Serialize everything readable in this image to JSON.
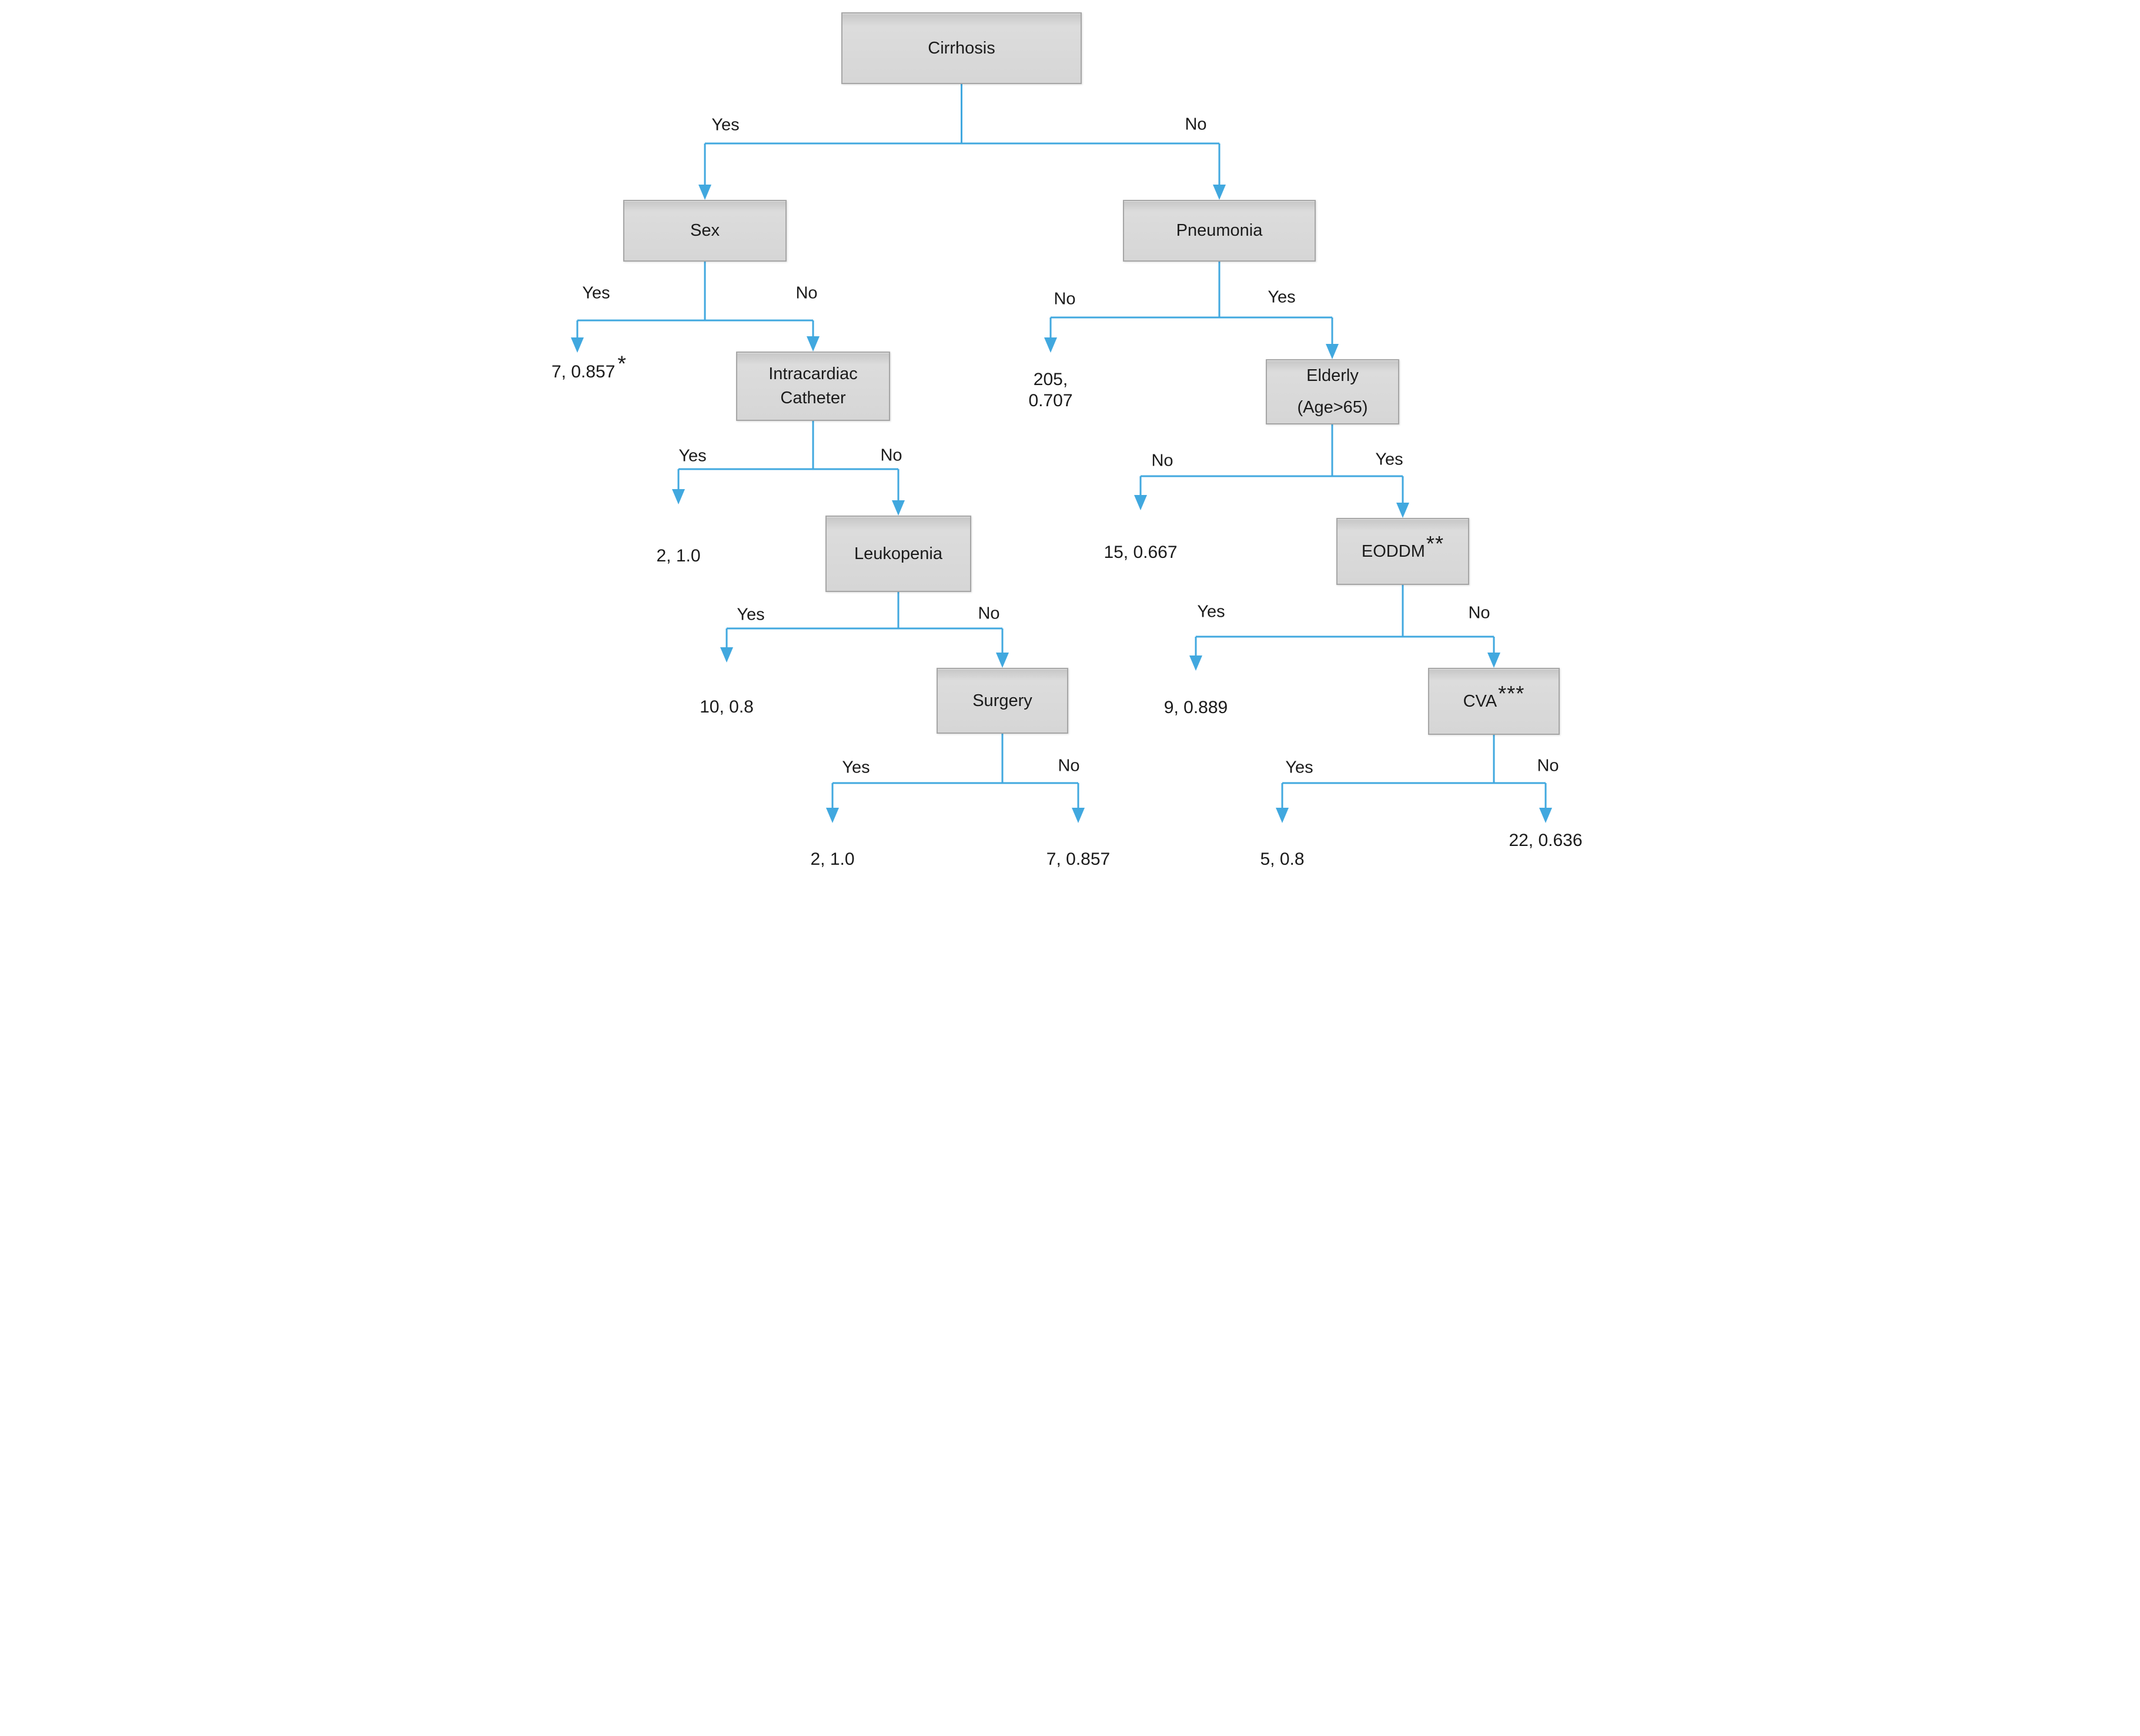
{
  "colors": {
    "arrow": "#41a8df",
    "box_fill": "#d6d6d6",
    "box_fill_top": "#c6c6c6",
    "box_border": "#a6a6a6",
    "text": "#1b1b1b",
    "background": "#ffffff"
  },
  "nodes": {
    "cirrhosis": {
      "label": "Cirrhosis"
    },
    "sex": {
      "label": "Sex"
    },
    "pneumonia": {
      "label": "Pneumonia"
    },
    "intracardiac_catheter": {
      "line1": "Intracardiac",
      "line2": "Catheter"
    },
    "elderly": {
      "line1": "Elderly",
      "line2": "(Age>65)"
    },
    "leukopenia": {
      "label": "Leukopenia"
    },
    "eoddm": {
      "label": "EODDM",
      "sup": "**"
    },
    "surgery": {
      "label": "Surgery"
    },
    "cva": {
      "label": "CVA",
      "sup": "***"
    }
  },
  "leaves": {
    "sex_yes": {
      "value": "7, 0.857",
      "sup": "*"
    },
    "intracardiac_yes": {
      "value": "2, 1.0"
    },
    "leukopenia_yes": {
      "value": "10, 0.8"
    },
    "surgery_yes": {
      "value": "2, 1.0"
    },
    "surgery_no": {
      "value": "7, 0.857"
    },
    "pneumonia_no": {
      "line1": "205,",
      "line2": "0.707"
    },
    "elderly_no": {
      "value": "15, 0.667"
    },
    "eoddm_yes": {
      "value": "9, 0.889"
    },
    "cva_yes": {
      "value": "5, 0.8"
    },
    "cva_no": {
      "value": "22, 0.636"
    }
  },
  "edge_labels": {
    "cirrhosis_yes": "Yes",
    "cirrhosis_no": "No",
    "sex_yes": "Yes",
    "sex_no": "No",
    "intracardiac_yes": "Yes",
    "intracardiac_no": "No",
    "leukopenia_yes": "Yes",
    "leukopenia_no": "No",
    "surgery_yes": "Yes",
    "surgery_no": "No",
    "pneumonia_no": "No",
    "pneumonia_yes": "Yes",
    "elderly_no": "No",
    "elderly_yes": "Yes",
    "eoddm_yes": "Yes",
    "eoddm_no": "No",
    "cva_yes": "Yes",
    "cva_no": "No"
  },
  "tree": {
    "root": "cirrhosis",
    "branches": {
      "cirrhosis": {
        "Yes": "sex",
        "No": "pneumonia"
      },
      "sex": {
        "Yes": "leaf:sex_yes",
        "No": "intracardiac_catheter"
      },
      "intracardiac_catheter": {
        "Yes": "leaf:intracardiac_yes",
        "No": "leukopenia"
      },
      "leukopenia": {
        "Yes": "leaf:leukopenia_yes",
        "No": "surgery"
      },
      "surgery": {
        "Yes": "leaf:surgery_yes",
        "No": "leaf:surgery_no"
      },
      "pneumonia": {
        "No": "leaf:pneumonia_no",
        "Yes": "elderly"
      },
      "elderly": {
        "No": "leaf:elderly_no",
        "Yes": "eoddm"
      },
      "eoddm": {
        "Yes": "leaf:eoddm_yes",
        "No": "cva"
      },
      "cva": {
        "Yes": "leaf:cva_yes",
        "No": "leaf:cva_no"
      }
    }
  }
}
